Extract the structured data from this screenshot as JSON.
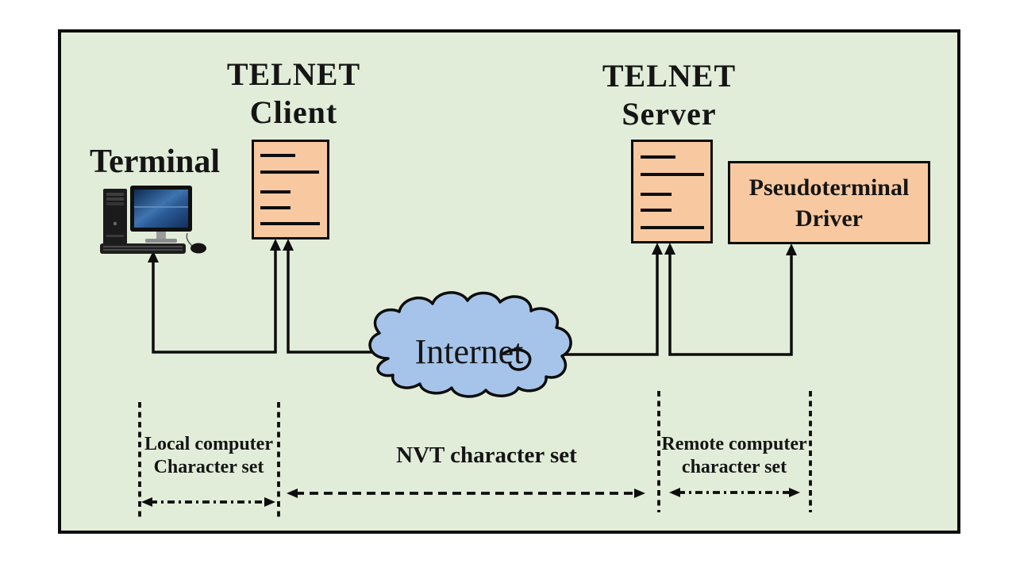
{
  "colors": {
    "background": "#ffffff",
    "panel_bg": "#e2edd9",
    "box_fill": "#f8c9a1",
    "cloud_fill": "#a6c4e9",
    "line": "#0d0d0d",
    "text": "#151515"
  },
  "client": {
    "title_line1": "TELNET",
    "title_line2": "Client"
  },
  "server": {
    "title_line1": "TELNET",
    "title_line2": "Server"
  },
  "terminal_label": "Terminal",
  "internet_label": "Internet",
  "driver": {
    "line1": "Pseudoterminal",
    "line2": "Driver"
  },
  "charset": {
    "local_line1": "Local computer",
    "local_line2": "Character set",
    "nvt": "NVT character set",
    "remote_line1": "Remote computer",
    "remote_line2": "character set"
  }
}
